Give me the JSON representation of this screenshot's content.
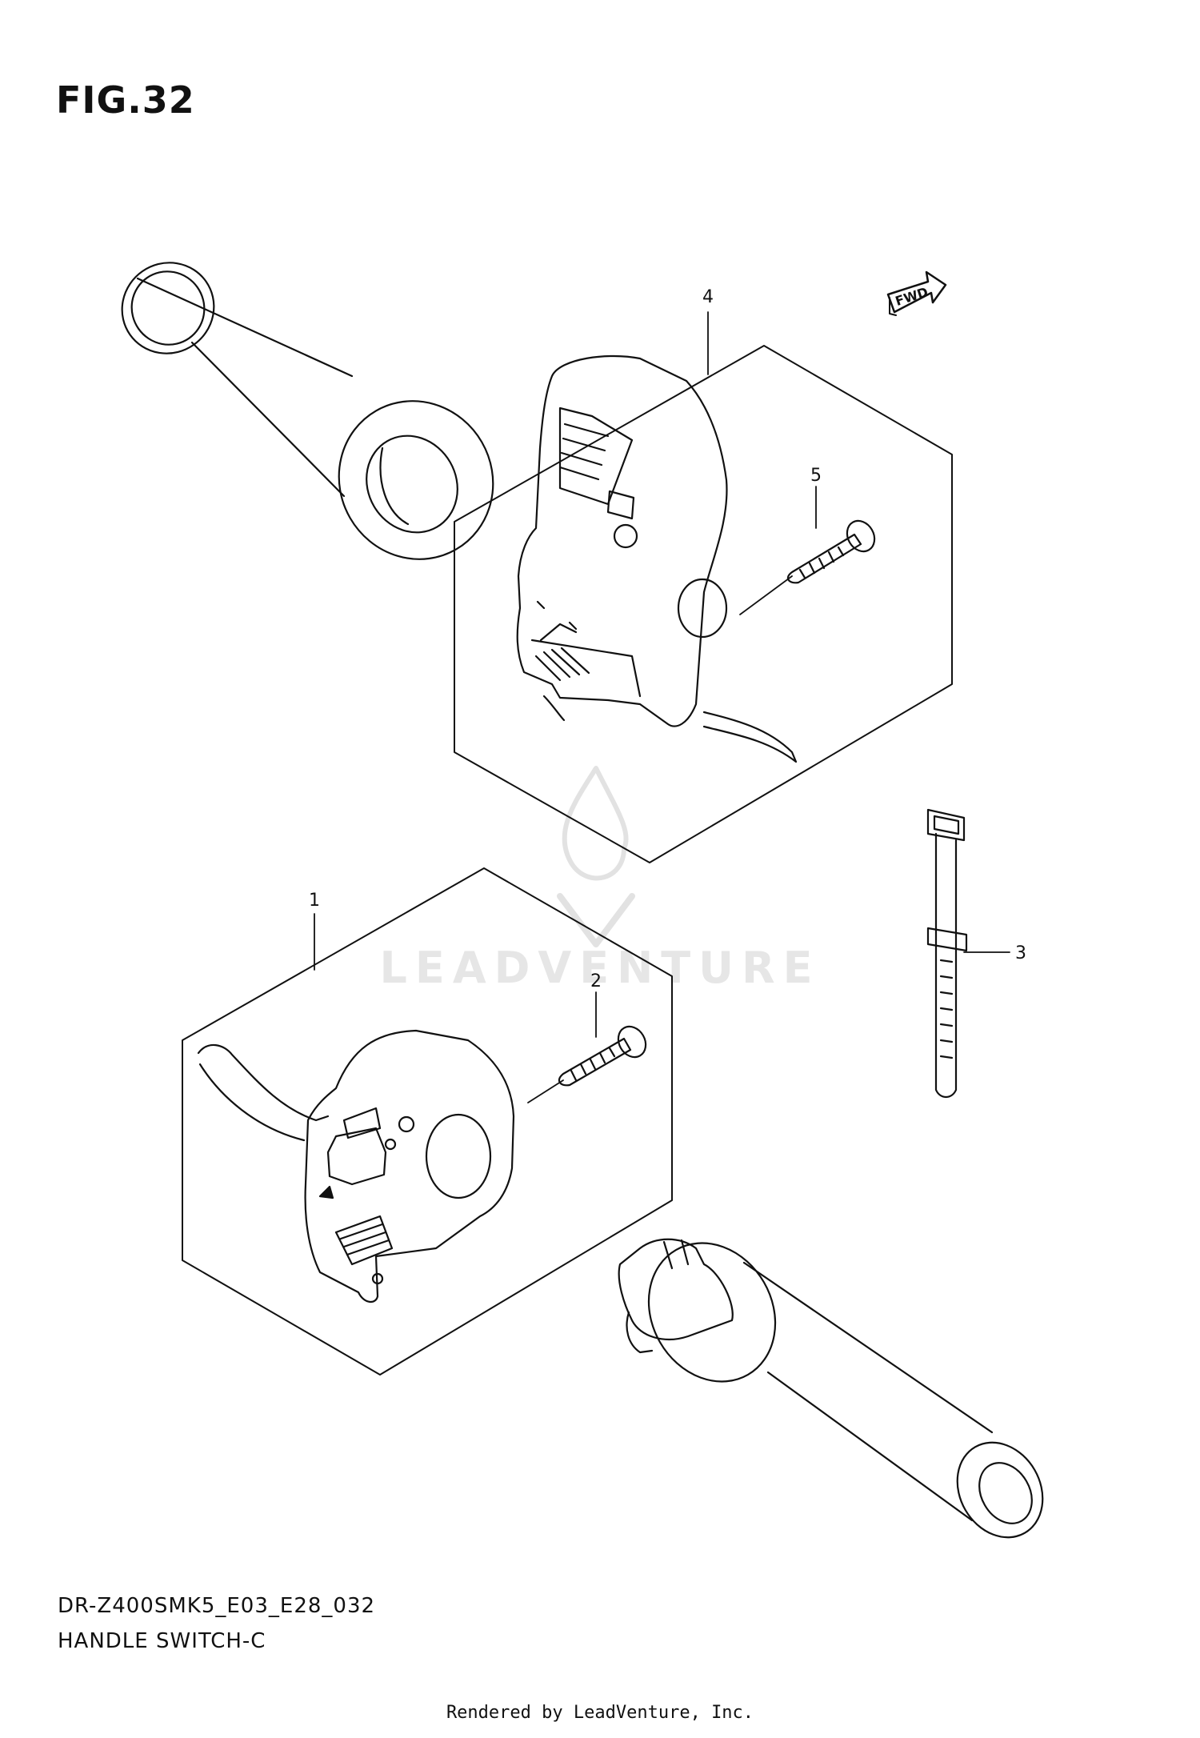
{
  "figure": {
    "title": "FIG.32"
  },
  "callouts": {
    "c1": "1",
    "c2": "2",
    "c3": "3",
    "c4": "4",
    "c5": "5"
  },
  "fwd_label": "FWD",
  "watermark": "LEADVENTURE",
  "footer": {
    "model_code": "DR-Z400SMK5_E03_E28_032",
    "section_name": "HANDLE SWITCH-C",
    "rendered_by": "Rendered by LeadVenture, Inc."
  }
}
